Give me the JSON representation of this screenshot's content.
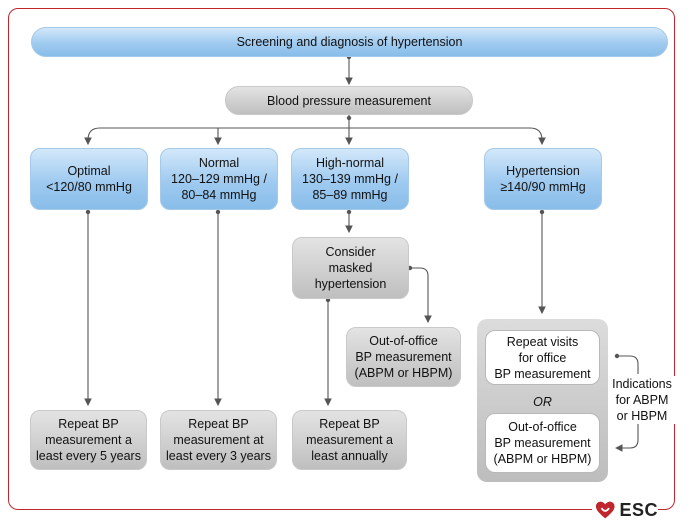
{
  "title": "Screening and diagnosis of hypertension",
  "measurement": "Blood pressure measurement",
  "categories": {
    "optimal": "Optimal\n<120/80 mmHg",
    "normal": "Normal\n120–129 mmHg /\n80–84 mmHg",
    "high_normal": "High-normal\n130–139 mmHg /\n85–89 mmHg",
    "hypertension": "Hypertension\n≥140/90 mmHg"
  },
  "masked": "Consider\nmasked\nhypertension",
  "out_of_office_mid": "Out-of-office\nBP measurement\n(ABPM or HBPM)",
  "repeat": {
    "optimal": "Repeat BP\nmeasurement a\nleast every 5 years",
    "normal": "Repeat BP\nmeasurement at\nleast every 3 years",
    "high_normal": "Repeat BP\nmeasurement a\nleast annually"
  },
  "hypertension_group": {
    "repeat_visits": "Repeat visits\nfor office\nBP measurement",
    "or_label": "OR",
    "out_of_office": "Out-of-office\nBP measurement\n(ABPM or HBPM)"
  },
  "indications": "Indications\nfor ABPM\nor HBPM",
  "logo": {
    "text": "ESC",
    "icon": "heart-icon",
    "color": "#c0262d"
  }
}
